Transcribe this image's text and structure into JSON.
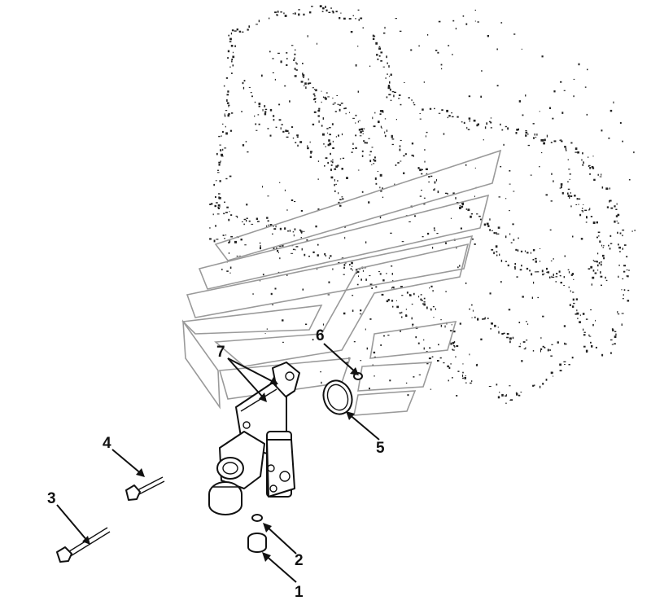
{
  "callouts": [
    {
      "id": "1",
      "label": "1"
    },
    {
      "id": "2",
      "label": "2"
    },
    {
      "id": "3",
      "label": "3"
    },
    {
      "id": "4",
      "label": "4"
    },
    {
      "id": "5",
      "label": "5"
    },
    {
      "id": "6",
      "label": "6"
    },
    {
      "id": "7",
      "label": "7"
    }
  ],
  "colors": {
    "line": "#111111",
    "watermark": "#9a9a9a",
    "background": "#ffffff"
  }
}
